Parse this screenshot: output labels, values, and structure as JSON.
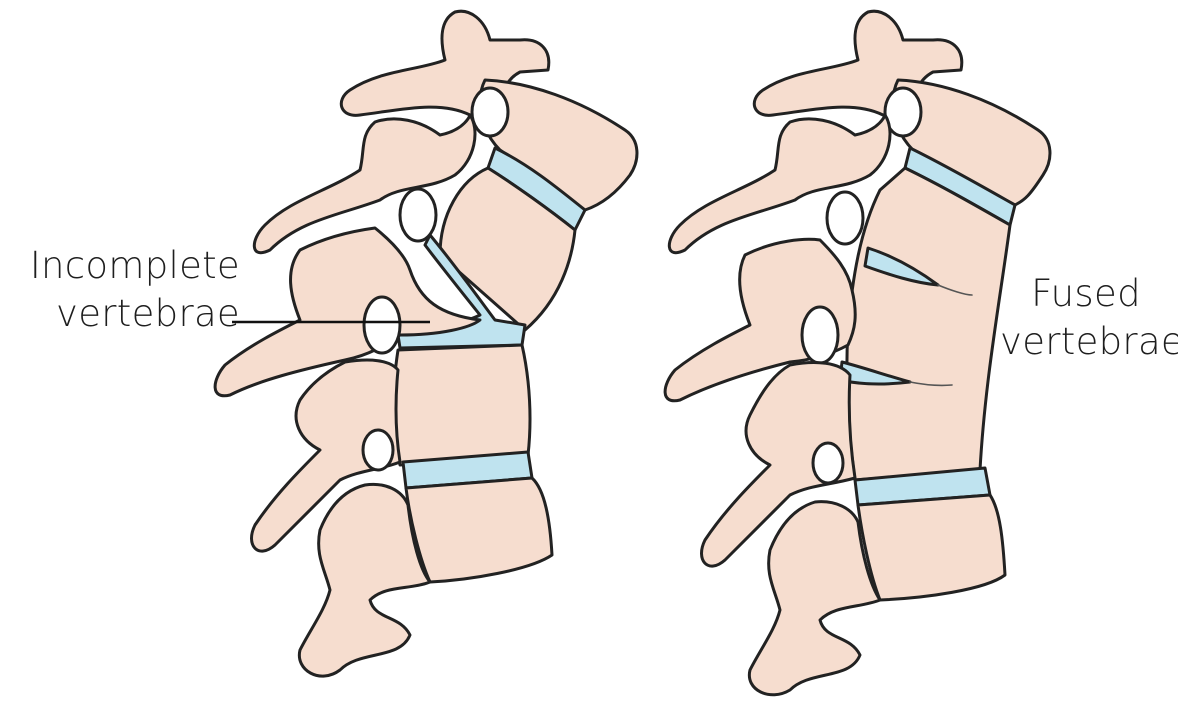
{
  "diagram": {
    "left_label": {
      "line1": "Incomplete",
      "line2": "vertebrae"
    },
    "right_label": {
      "line1": "Fused",
      "line2": "vertebrae"
    },
    "colors": {
      "bone": "#f6ddcf",
      "disc": "#bfe3ef",
      "outline": "#222222"
    }
  }
}
